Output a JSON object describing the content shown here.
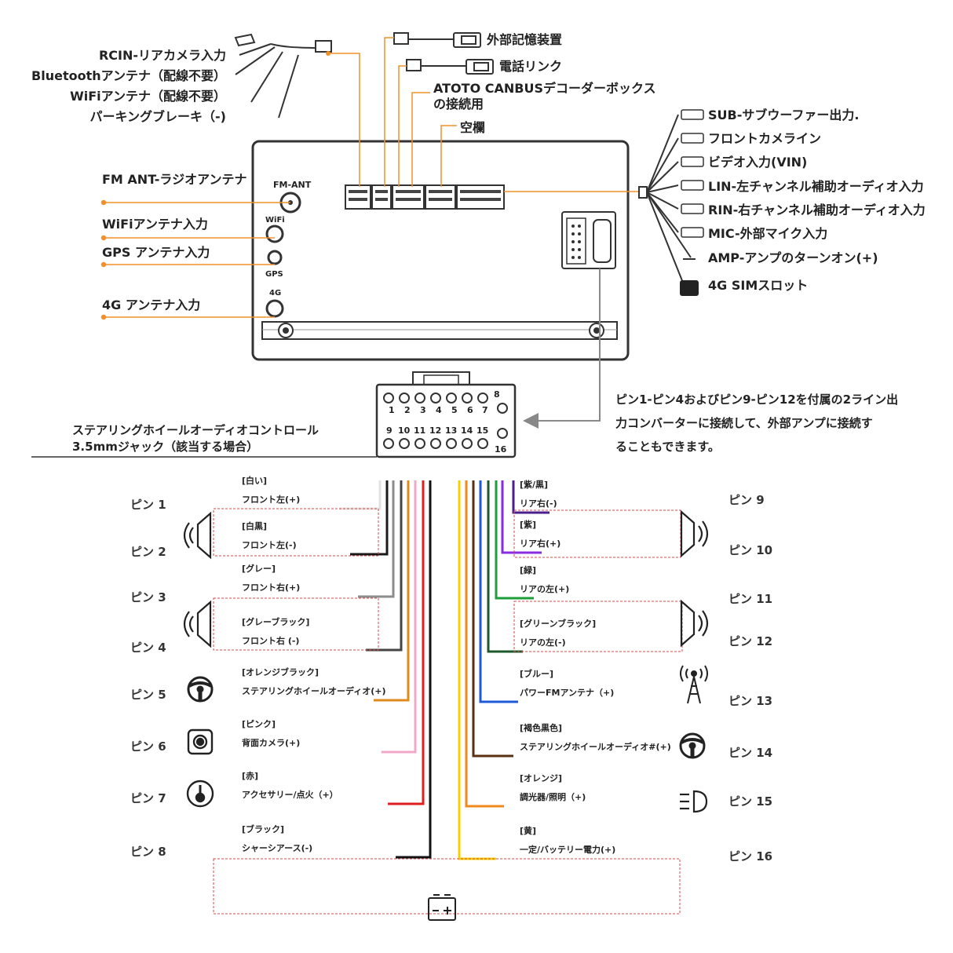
{
  "top_left_cables": [
    "RCIN-リアカメラ入力",
    "Bluetoothアンテナ（配線不要）",
    "WiFiアンテナ（配線不要）",
    "パーキングブレーキ（-)"
  ],
  "top_connectors": [
    "外部記憶装置",
    "電話リンク",
    "ATOTO CANBUSデコーダーボックス",
    "の接続用",
    "空欄"
  ],
  "left_antennas": [
    "FM ANT-ラジオアンテナ",
    "WiFiアンテナ入力",
    "GPS アンテナ入力",
    "4G アンテナ入力"
  ],
  "unit_port_labels": {
    "fm": "FM-ANT",
    "wifi": "WiFi",
    "gps": "GPS",
    "lte": "4G"
  },
  "right_outputs": [
    "SUB-サブウーファー出力.",
    "フロントカメライン",
    "ビデオ入力(VIN)",
    "LIN-左チャンネル補助オーディオ入力",
    "RIN-右チャンネル補助オーディオ入力",
    "MIC-外部マイク入力",
    "AMP-アンプのターンオン(+)",
    "4G SIMスロット"
  ],
  "steering_jack": [
    "ステアリングホイールオーディオコントロール",
    "3.5mmジャック（該当する場合）"
  ],
  "converter_note": [
    "ピン1-ピン4およびピン9-ピン12を付属の2ライン出",
    "力コンバーターに接続して、外部アンプに接続す",
    "ることもできます。"
  ],
  "connector_numbers": {
    "top": [
      "1",
      "2",
      "3",
      "4",
      "5",
      "6",
      "7",
      "8"
    ],
    "bottom": [
      "9",
      "10",
      "11",
      "12",
      "13",
      "14",
      "15",
      "16"
    ]
  },
  "pins_left": [
    {
      "pin": "ピン 1",
      "color_name": "[白い]",
      "function": "フロント左(+)",
      "color": "#e2e2e2"
    },
    {
      "pin": "ピン 2",
      "color_name": "[白黒]",
      "function": "フロント左(-)",
      "color": "#1a1a1a"
    },
    {
      "pin": "ピン 3",
      "color_name": "[グレー]",
      "function": "フロント右(+)",
      "color": "#8c8c8c"
    },
    {
      "pin": "ピン 4",
      "color_name": "[グレーブラック]",
      "function": "フロント右 (-)",
      "color": "#444444"
    },
    {
      "pin": "ピン 5",
      "color_name": "[オレンジブラック]",
      "function": "ステアリングホイールオーディオ(+)",
      "color": "#e08a1e"
    },
    {
      "pin": "ピン 6",
      "color_name": "[ピンク]",
      "function": "背面カメラ(+)",
      "color": "#f0a8c8"
    },
    {
      "pin": "ピン 7",
      "color_name": "[赤]",
      "function": "アクセサリー/点火（+）",
      "color": "#e01e1e"
    },
    {
      "pin": "ピン 8",
      "color_name": "[ブラック]",
      "function": "シャーシアース(-)",
      "color": "#111111"
    }
  ],
  "pins_right": [
    {
      "pin": "ピン 9",
      "color_name": "[紫/黒]",
      "function": "リア右(-)",
      "color": "#4b1e8c"
    },
    {
      "pin": "ピン 10",
      "color_name": "[紫]",
      "function": "リア右(+)",
      "color": "#8a2be2"
    },
    {
      "pin": "ピン 11",
      "color_name": "[緑]",
      "function": "リアの左(+)",
      "color": "#1e9e3a"
    },
    {
      "pin": "ピン 12",
      "color_name": "[グリーンブラック]",
      "function": "リアの左(-)",
      "color": "#1c5a2c"
    },
    {
      "pin": "ピン 13",
      "color_name": "[ブルー]",
      "function": "パワーFMアンテナ（+)",
      "color": "#1e5ad8"
    },
    {
      "pin": "ピン 14",
      "color_name": "[褐色黒色]",
      "function": "ステアリングホイールオーディオ#(+)",
      "color": "#5a3010"
    },
    {
      "pin": "ピン 15",
      "color_name": "[オレンジ]",
      "function": "調光器/照明（+)",
      "color": "#f08a1e"
    },
    {
      "pin": "ピン 16",
      "color_name": "[黄]",
      "function": "一定/バッテリー電力(+)",
      "color": "#f4d000"
    }
  ],
  "colors": {
    "accent": "#f0902a",
    "outline": "#333333",
    "dashed_box": "#d44a4a"
  }
}
